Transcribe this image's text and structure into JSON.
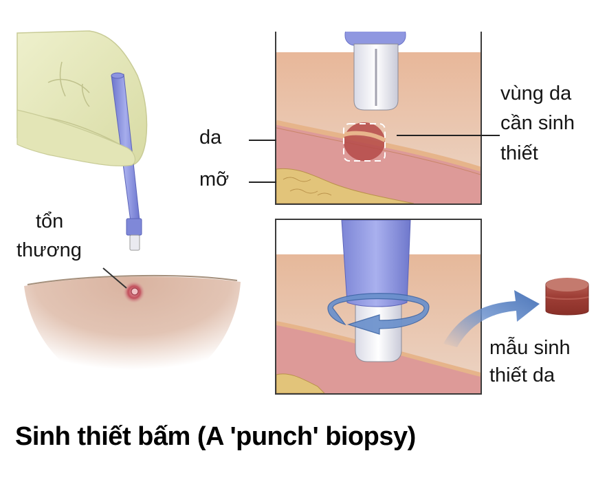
{
  "figure": {
    "title": "Sinh thiết bấm (A 'punch' biopsy)",
    "colors": {
      "glove": "#e6e8bc",
      "punch_tool": "#7d86d6",
      "skin_surface": "#e6b89a",
      "dermis": "#d98f8f",
      "fat": "#e2c47a",
      "lesion": "#c0505a",
      "sample": "#a8483e",
      "arrow": "#5f86c4",
      "panel_border": "#3a3a3a"
    }
  },
  "left_illustration": {
    "lesion_label_line1": "tổn",
    "lesion_label_line2": "thương"
  },
  "panel_top": {
    "label_skin": "da",
    "label_fat": "mỡ",
    "target_label_line1": "vùng da",
    "target_label_line2": "cần sinh",
    "target_label_line3": "thiết"
  },
  "panel_bottom": {
    "sample_label_line1": "mẫu sinh",
    "sample_label_line2": "thiết da"
  }
}
